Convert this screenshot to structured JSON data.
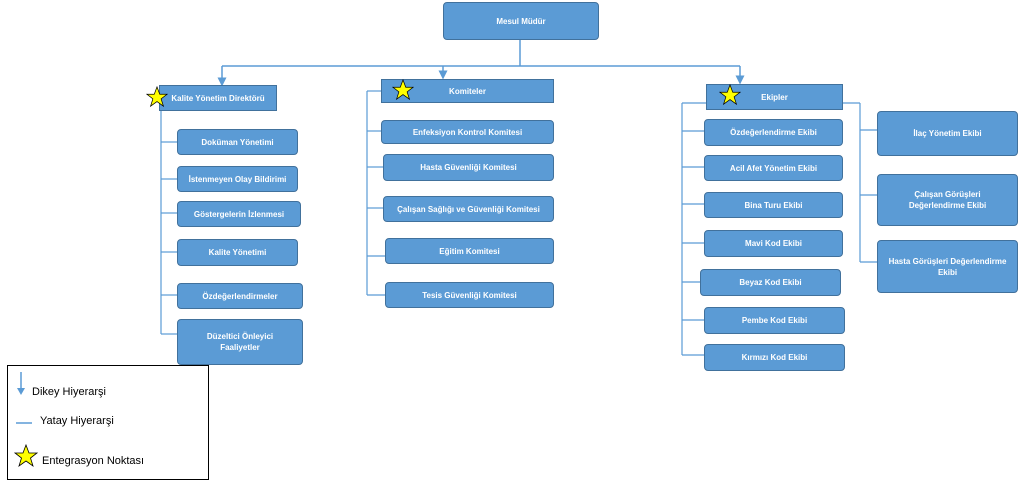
{
  "root": {
    "label": "Mesul Müdür"
  },
  "branches": {
    "kalite": {
      "label": "Kalite Yönetim  Direktörü"
    },
    "komiteler": {
      "label": "Komiteler"
    },
    "ekipler": {
      "label": "Ekipler"
    }
  },
  "kalite_items": [
    "Doküman Yönetimi",
    "İstenmeyen Olay Bildirimi",
    "Göstergelerin İzlenmesi",
    "Kalite Yönetimi",
    "Özdeğerlendirmeler",
    "Düzeltici Önleyici Faaliyetler"
  ],
  "komite_items": [
    "Enfeksiyon Kontrol Komitesi",
    "Hasta Güvenliği Komitesi",
    "Çalışan Sağlığı ve Güvenliği Komitesi",
    "Eğitim Komitesi",
    "Tesis Güvenliği Komitesi"
  ],
  "ekip_items": [
    "Özdeğerlendirme Ekibi",
    "Acil Afet Yönetim Ekibi",
    "Bina Turu Ekibi",
    "Mavi Kod Ekibi",
    "Beyaz Kod Ekibi",
    "Pembe Kod Ekibi",
    "Kırmızı Kod Ekibi"
  ],
  "ekip_side_items": [
    "İlaç Yönetim Ekibi",
    "Çalışan Görüşleri Değerlendirme Ekibi",
    "Hasta  Görüşleri Değerlendirme Ekibi"
  ],
  "legend": {
    "vertical": "Dikey Hiyerarşi",
    "horizontal": "Yatay Hiyerarşi",
    "integration": "Entegrasyon Noktası"
  },
  "colors": {
    "box_fill": "#5b9bd5",
    "box_border": "#41719c",
    "line": "#5b9bd5",
    "star_fill": "#ffff00",
    "star_stroke": "#000000"
  },
  "icons": {
    "integration": "star-icon",
    "vertical": "down-arrow-icon",
    "horizontal": "horizontal-line-icon"
  }
}
